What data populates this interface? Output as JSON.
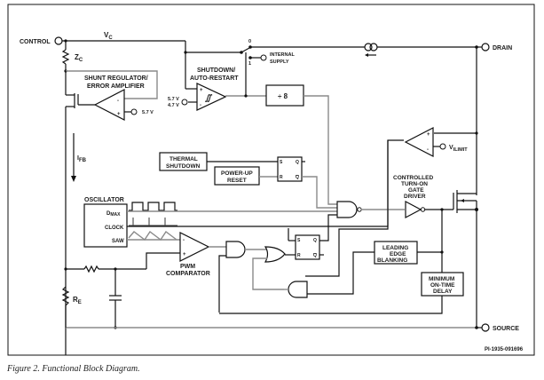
{
  "figure": {
    "caption": "Figure 2.  Functional Block Diagram.",
    "code": "PI-1935-091696"
  },
  "pins": {
    "control": "CONTROL",
    "drain": "DRAIN",
    "source": "SOURCE",
    "internal_supply_1": "INTERNAL",
    "internal_supply_2": "SUPPLY"
  },
  "nets": {
    "vc": "V",
    "vc_sub": "C",
    "zc": "Z",
    "zc_sub": "C",
    "ifb": "I",
    "ifb_sub": "FB",
    "re": "R",
    "re_sub": "E",
    "vilimit": "V",
    "vilimit_sub": "ILIMIT"
  },
  "switch": {
    "pos0": "0",
    "pos1": "1"
  },
  "blocks": {
    "shunt_1": "SHUNT REGULATOR/",
    "shunt_2": "ERROR AMPLIFIER",
    "shunt_ref": "5.7 V",
    "shutdown_1": "SHUTDOWN/",
    "shutdown_2": "AUTO-RESTART",
    "shutdown_ref_hi": "5.7 V",
    "shutdown_ref_lo": "4.7 V",
    "divider": "÷ 8",
    "thermal_1": "THERMAL",
    "thermal_2": "SHUTDOWN",
    "powerup_1": "POWER-UP",
    "powerup_2": "RESET",
    "oscillator": "OSCILLATOR",
    "osc_dmax": "D",
    "osc_dmax_sub": "MAX",
    "osc_clock": "CLOCK",
    "osc_saw": "SAW",
    "pwm_1": "PWM",
    "pwm_2": "COMPARATOR",
    "gate_1": "CONTROLLED",
    "gate_2": "TURN-ON",
    "gate_3": "GATE",
    "gate_4": "DRIVER",
    "leb_1": "LEADING",
    "leb_2": "EDGE",
    "leb_3": "BLANKING",
    "mot_1": "MINIMUM",
    "mot_2": "ON-TIME",
    "mot_3": "DELAY"
  },
  "flipflop": {
    "s": "S",
    "r": "R",
    "q": "Q",
    "qbar": "Q"
  },
  "opamp": {
    "plus": "+",
    "minus": "-"
  }
}
